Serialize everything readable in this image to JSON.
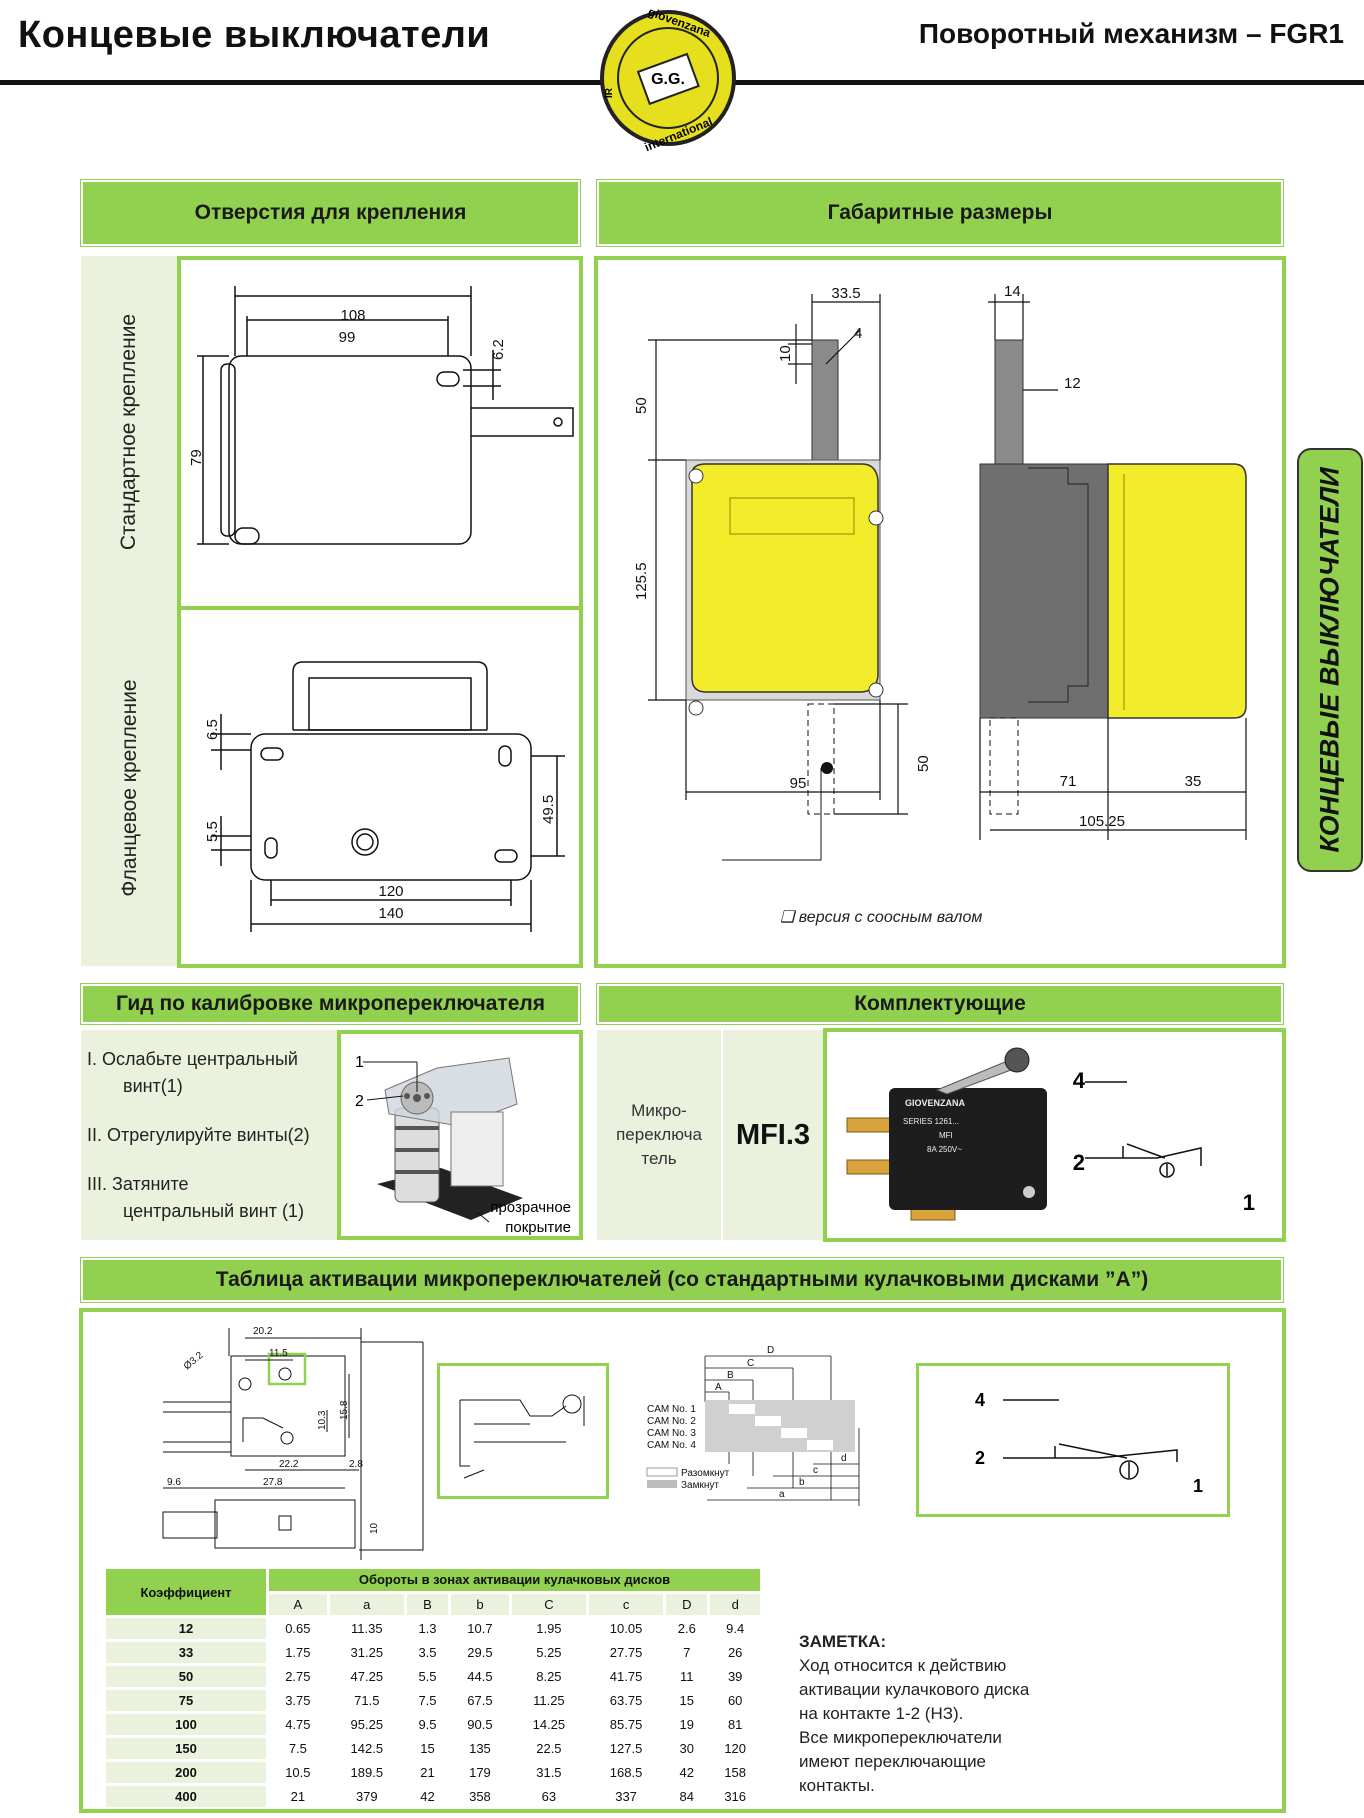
{
  "header": {
    "left_title": "Концевые выключатели",
    "right_title": "Поворотный механизм – FGR1",
    "logo_top": "giovenzana",
    "logo_mid": "G.G.",
    "logo_bottom": "international",
    "logo_side": "IR"
  },
  "sections": {
    "mounting": "Отверстия для крепления",
    "dimensions": "Габаритные размеры",
    "calibration": "Гид по калибровке микропереключателя",
    "accessories": "Комплектующие",
    "activation": "Таблица активации микропереключателей (со стандартными кулачковыми дисками ”A”)"
  },
  "side_tab": "КОНЦЕВЫЕ ВЫКЛЮЧАТЕЛИ",
  "mounting": {
    "standard_label": "Стандартное крепление",
    "flange_label": "Фланцевое крепление",
    "standard_dims": [
      "108",
      "99",
      "6.2",
      "79"
    ],
    "flange_dims": [
      "6.5",
      "5.5",
      "49.5",
      "120",
      "140"
    ]
  },
  "dimensions": {
    "front": [
      "33.5",
      "4",
      "10",
      "50",
      "125.5",
      "95",
      "50"
    ],
    "side": [
      "14",
      "12",
      "71",
      "35",
      "105.25"
    ],
    "coaxial_note": "❑ версия с соосным валом"
  },
  "calibration": {
    "steps": [
      "I.   Ослабьте центральный",
      "винт(1)",
      "II.  Отрегулируйте винты(2)",
      "III. Затяните",
      "центральный винт (1)"
    ],
    "callouts": [
      "1",
      "2"
    ],
    "cover_label_1": "прозрачное",
    "cover_label_2": "покрытие"
  },
  "accessories": {
    "type_label_1": "Микро-",
    "type_label_2": "переключа",
    "type_label_3": "тель",
    "model": "MFI.3",
    "switch_brand": "GIOVENZANA",
    "switch_series": "SERIES 1261...",
    "switch_model": "MFI",
    "switch_rating": "8A 250V~",
    "contacts": [
      "4",
      "2",
      "1"
    ]
  },
  "activation": {
    "drawing_dims": [
      "20.2",
      "11.5",
      "Ø3.2",
      "10.3",
      "15.8",
      "22.2",
      "2.8",
      "27.8",
      "9.6",
      "10"
    ],
    "cams": [
      "CAM No. 1",
      "CAM No. 2",
      "CAM No. 3",
      "CAM No. 4"
    ],
    "cam_letters": [
      "D",
      "C",
      "B",
      "A",
      "d",
      "c",
      "b",
      "a"
    ],
    "legend_open": "Разомкнут",
    "legend_closed": "Замкнут",
    "contacts": [
      "4",
      "2",
      "1"
    ],
    "table": {
      "coef_header": "Коэффициент",
      "group_header": "Обороты в зонах активации кулачковых дисков",
      "columns": [
        "A",
        "a",
        "B",
        "b",
        "C",
        "c",
        "D",
        "d"
      ],
      "rows": [
        [
          "12",
          "0.65",
          "11.35",
          "1.3",
          "10.7",
          "1.95",
          "10.05",
          "2.6",
          "9.4"
        ],
        [
          "33",
          "1.75",
          "31.25",
          "3.5",
          "29.5",
          "5.25",
          "27.75",
          "7",
          "26"
        ],
        [
          "50",
          "2.75",
          "47.25",
          "5.5",
          "44.5",
          "8.25",
          "41.75",
          "11",
          "39"
        ],
        [
          "75",
          "3.75",
          "71.5",
          "7.5",
          "67.5",
          "11.25",
          "63.75",
          "15",
          "60"
        ],
        [
          "100",
          "4.75",
          "95.25",
          "9.5",
          "90.5",
          "14.25",
          "85.75",
          "19",
          "81"
        ],
        [
          "150",
          "7.5",
          "142.5",
          "15",
          "135",
          "22.5",
          "127.5",
          "30",
          "120"
        ],
        [
          "200",
          "10.5",
          "189.5",
          "21",
          "179",
          "31.5",
          "168.5",
          "42",
          "158"
        ],
        [
          "400",
          "21",
          "379",
          "42",
          "358",
          "63",
          "337",
          "84",
          "316"
        ]
      ]
    },
    "note_title": "ЗАМЕТКА:",
    "note_lines": [
      "Ход относится к действию",
      "активации кулачкового диска",
      "на контакте 1-2 (НЗ).",
      "Все микропереключатели",
      "имеют переключающие",
      "контакты."
    ]
  },
  "colors": {
    "accent_green": "#92d050",
    "light_green": "#eaf1dd",
    "switch_yellow": "#f2ec2a",
    "body_gray": "#6f6f6f"
  }
}
